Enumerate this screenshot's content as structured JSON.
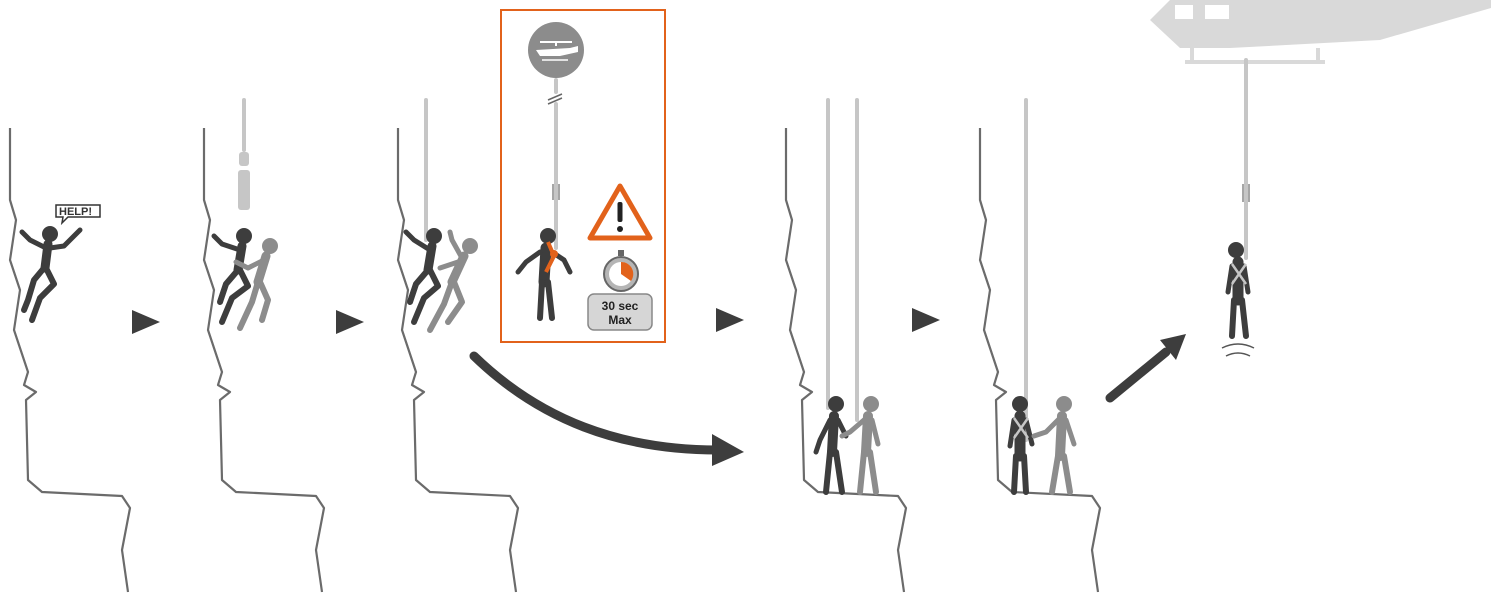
{
  "panel1": {
    "speech_bubble": "HELP!"
  },
  "panel4": {
    "timer_line1": "30 sec",
    "timer_line2": "Max"
  },
  "colors": {
    "accent": "#e2621b",
    "dark_figure": "#3d3d3d",
    "light_figure": "#8c8c8c",
    "rope": "#c6c6c6",
    "helicopter": "#d6d6d6",
    "cliff": "#6b6b6b"
  },
  "icons": [
    "helicopter-icon",
    "warning-icon",
    "stopwatch-icon"
  ]
}
